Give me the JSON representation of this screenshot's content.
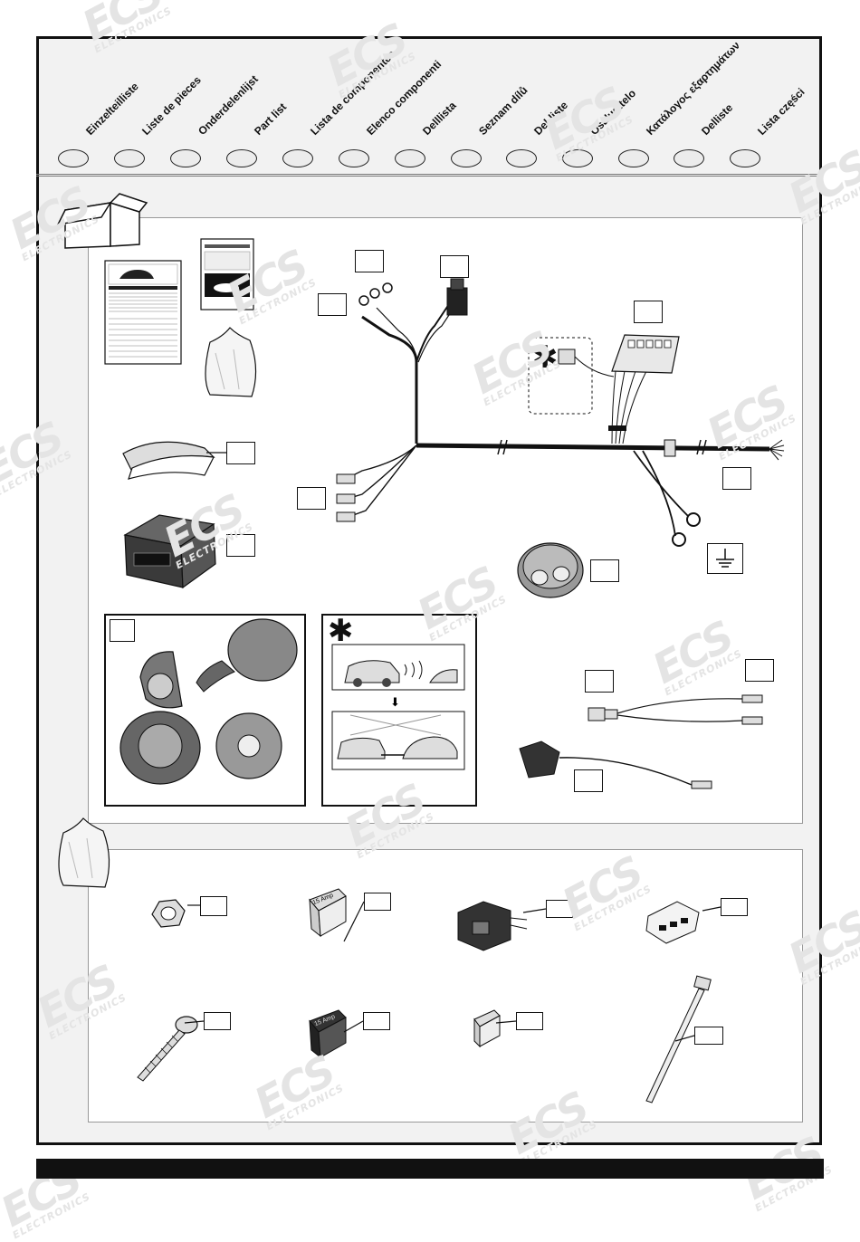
{
  "languages": [
    "Einzelteilliste",
    "Liste de pieces",
    "Onderdelenlijst",
    "Part list",
    "Lista de componentes",
    "Elenco componenti",
    "Delllista",
    "Seznam dílů",
    "Del-liste",
    "Osaluettelo",
    "Κατάλογος εξαρτημάτων",
    "Delliste",
    "Lista części"
  ],
  "watermark": {
    "brand": "ECS",
    "sub": "ELECTRONICS"
  },
  "symbols": {
    "star": "✱",
    "arrow_down": "⬇"
  },
  "fuses": {
    "fuse_a": "15 Amp",
    "fuse_b": "15 Amp"
  }
}
